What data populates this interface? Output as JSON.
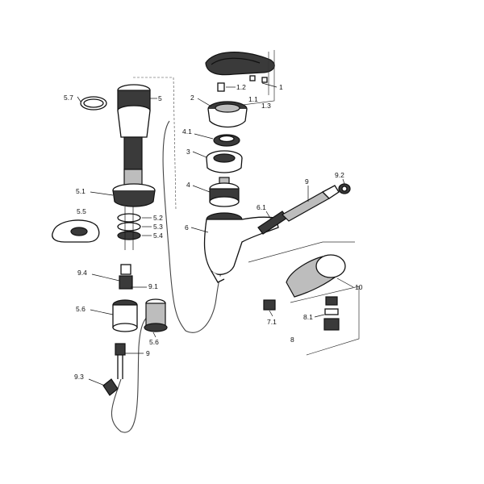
{
  "labels": {
    "l1": "1",
    "l1_1": "1.1",
    "l1_2": "1.2",
    "l1_3": "1.3",
    "l2": "2",
    "l3": "3",
    "l4": "4",
    "l4_1": "4.1",
    "l5": "5",
    "l5_1": "5.1",
    "l5_2": "5.2",
    "l5_3": "5.3",
    "l5_4": "5.4",
    "l5_5": "5.5",
    "l5_6a": "5.6",
    "l5_6b": "5.6",
    "l5_7": "5.7",
    "l6": "6",
    "l6_1": "6.1",
    "l7_1": "7.1",
    "l8": "8",
    "l8_1": "8.1",
    "l9a": "9",
    "l9b": "9",
    "l9_1": "9.1",
    "l9_2": "9.2",
    "l9_3": "9.3",
    "l9_4": "9.4",
    "l10": "10"
  }
}
